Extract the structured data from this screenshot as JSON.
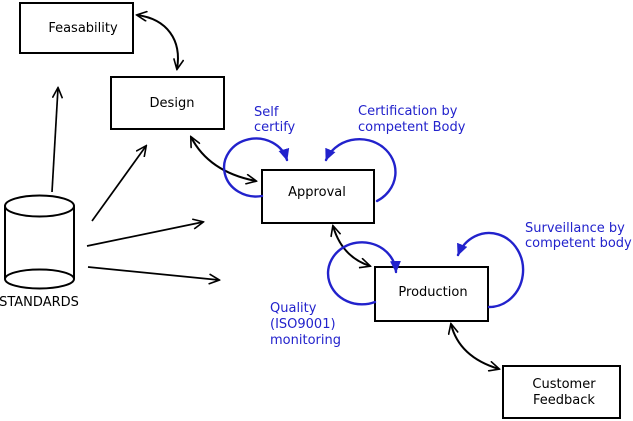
{
  "diagram": {
    "background": "#ffffff",
    "colors": {
      "line": "#000000",
      "annotation_blue": "#2222cc",
      "node_fill": "#ffffff"
    },
    "nodes": {
      "feasability": {
        "label": "Feasability",
        "shape": "rect"
      },
      "design": {
        "label": "Design",
        "shape": "rect"
      },
      "approval": {
        "label": "Approval",
        "shape": "rect"
      },
      "production": {
        "label": "Production",
        "shape": "rect"
      },
      "customer_feedback": {
        "line1": "Customer",
        "line2": "Feedback",
        "shape": "rect"
      },
      "standards": {
        "label": "STANDARDS",
        "shape": "cylinder"
      }
    },
    "annotations": {
      "self_certify": {
        "line1": "Self",
        "line2": "certify"
      },
      "certification": {
        "line1": "Certification by",
        "line2": "competent Body"
      },
      "surveillance": {
        "line1": "Surveillance by",
        "line2": "competent body"
      },
      "quality": {
        "line1": "Quality",
        "line2": "(ISO9001)",
        "line3": "monitoring"
      }
    },
    "edges": [
      {
        "from": "standards",
        "to": "feasability",
        "type": "arrow"
      },
      {
        "from": "standards",
        "to": "design",
        "type": "arrow"
      },
      {
        "from": "standards",
        "to": "approval",
        "type": "arrow"
      },
      {
        "from": "standards",
        "to": "production",
        "type": "arrow"
      },
      {
        "from": "feasability",
        "to": "design",
        "type": "double-arrow"
      },
      {
        "from": "design",
        "to": "approval",
        "type": "double-arrow"
      },
      {
        "from": "approval",
        "to": "production",
        "type": "double-arrow"
      },
      {
        "from": "production",
        "to": "customer_feedback",
        "type": "double-arrow"
      },
      {
        "on": "approval",
        "annotation": "self_certify",
        "type": "self-loop"
      },
      {
        "on": "approval",
        "annotation": "certification",
        "type": "self-loop"
      },
      {
        "on": "production",
        "annotation": "quality",
        "type": "self-loop"
      },
      {
        "on": "production",
        "annotation": "surveillance",
        "type": "self-loop"
      }
    ]
  }
}
